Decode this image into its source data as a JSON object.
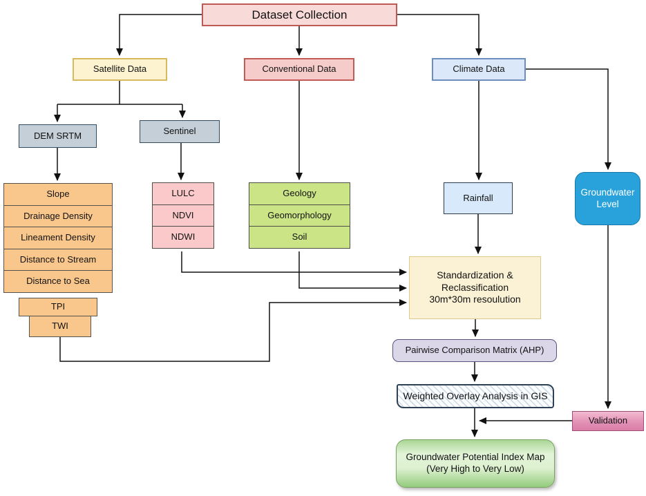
{
  "diagram": {
    "title": "Dataset Collection",
    "categories": {
      "satellite": "Satellite Data",
      "conventional": "Conventional Data",
      "climate": "Climate Data"
    },
    "satellite_sources": {
      "dem": "DEM SRTM",
      "sentinel": "Sentinel"
    },
    "terrain_factors": [
      "Slope",
      "Drainage Density",
      "Lineament Density",
      "Distance to Stream",
      "Distance to Sea",
      "TPI",
      "TWI"
    ],
    "sentinel_products": [
      "LULC",
      "NDVI",
      "NDWI"
    ],
    "conventional_layers": [
      "Geology",
      "Geomorphology",
      "Soil"
    ],
    "climate_nodes": {
      "rainfall": "Rainfall",
      "groundwater_level": "Groundwater\nLevel"
    },
    "process": {
      "standardization": "Standardization &\nReclassification\n30m*30m resoulution",
      "pairwise": "Pairwise Comparison Matrix (AHP)",
      "weighted_overlay": "Weighted Overlay Analysis in GIS",
      "validation": "Validation",
      "output_map": "Groundwater Potential Index Map\n(Very High to Very Low)"
    },
    "colors": {
      "title_fill": "#F8DAD8",
      "title_border": "#BE5955",
      "satellite_fill": "#FDF3D0",
      "satellite_border": "#D7B95E",
      "conventional_fill": "#F5CCCA",
      "conventional_border": "#C05B57",
      "climate_fill": "#DAE8FA",
      "climate_border": "#6C8EBF",
      "steel_fill": "#C4CFD8",
      "steel_border": "#2E4B61",
      "terrain_fill": "#F9C78C",
      "sentinel_products_fill": "#FBC9C9",
      "conventional_layers_fill": "#CBE586",
      "rainfall_fill": "#D7E9FB",
      "groundwater_level_fill": "#29A2DB",
      "standardization_fill": "#FBF1D4",
      "pairwise_fill": "#DBD7E9",
      "pairwise_border": "#57517B",
      "weighted_border": "#2E4053",
      "validation_fill": "#E292B6",
      "validation_border": "#9C4D74",
      "output_map_fill": "#93CB7C",
      "output_map_border": "#7AA362",
      "connector": "#111111"
    }
  }
}
